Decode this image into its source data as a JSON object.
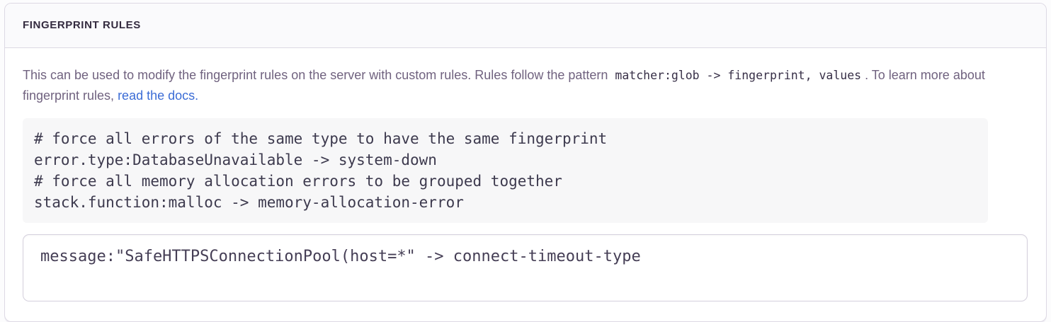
{
  "panel": {
    "header_title": "FINGERPRINT RULES",
    "description": {
      "text_before_code": "This can be used to modify the fingerprint rules on the server with custom rules. Rules follow the pattern ",
      "inline_code": "matcher:glob -> fingerprint, values",
      "text_after_code": ". To learn more about fingerprint rules, ",
      "link_text": "read the docs",
      "text_after_link": "."
    },
    "example_code": "# force all errors of the same type to have the same fingerprint\nerror.type:DatabaseUnavailable -> system-down\n# force all memory allocation errors to be grouped together\nstack.function:malloc -> memory-allocation-error",
    "textarea_value": "message:\"SafeHTTPSConnectionPool(host=*\" -> connect-timeout-type",
    "colors": {
      "link": "#3b6cd6",
      "header_text": "#342b3f",
      "body_text": "#70627f",
      "code_text": "#3d3a4e",
      "panel_border": "#ddd9e4",
      "code_block_background": "#f7f7f8"
    }
  }
}
